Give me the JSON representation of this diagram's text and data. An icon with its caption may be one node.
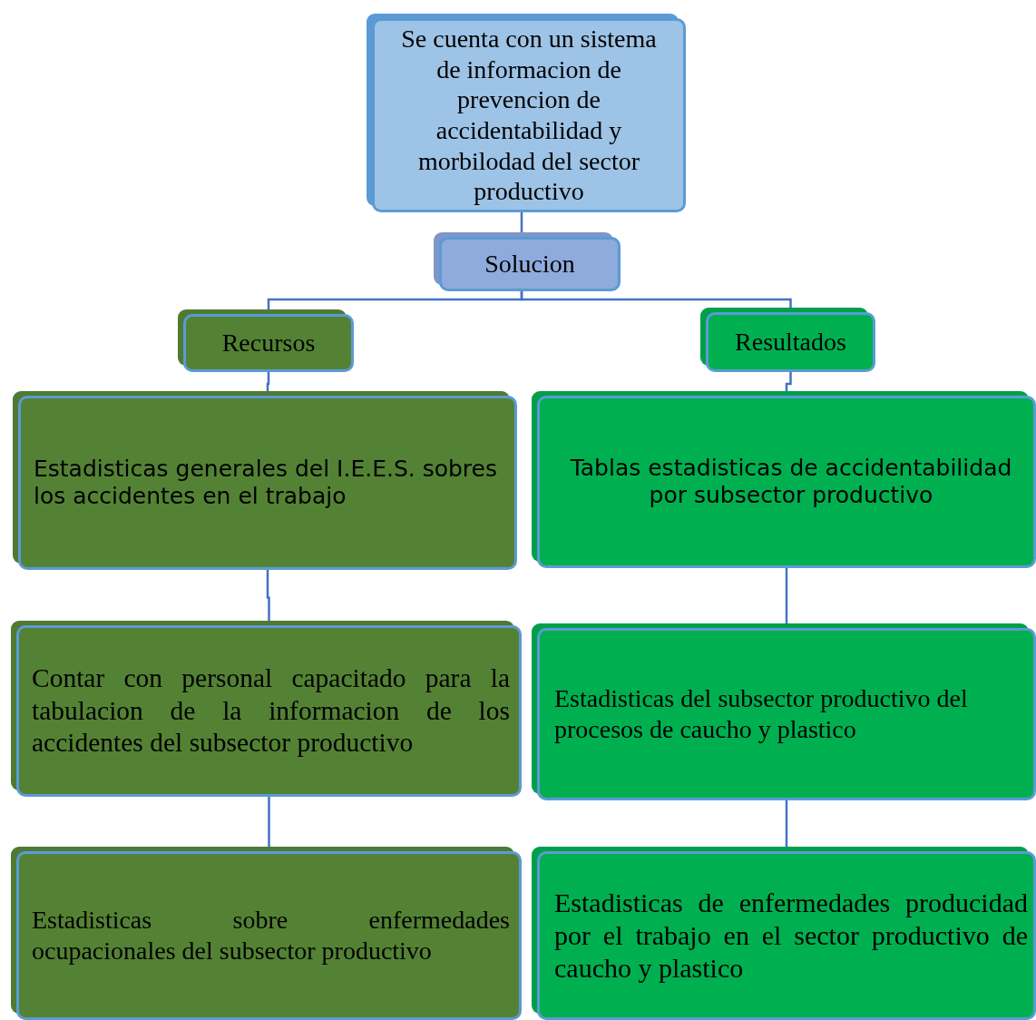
{
  "diagram": {
    "nodes": [
      {
        "text": [
          "Se cuenta con un sistema de informacion de prevencion de accidentabilidad y morbilodad del sector productivo"
        ]
      },
      {
        "text": [
          "Solucion"
        ]
      },
      {
        "text": [
          "Recursos"
        ]
      },
      {
        "text": [
          "Resultados"
        ]
      },
      {
        "text": [
          "Estadisticas generales del I.E.E.S. sobres los accidentes en el trabajo"
        ]
      },
      {
        "text": [
          "Tablas estadisticas de accidentabilidad por subsector productivo"
        ]
      },
      {
        "text": [
          "Contar con personal capacitado para la tabulacion de la informacion de los accidentes del subsector productivo"
        ]
      },
      {
        "text": [
          "Estadisticas del subsector productivo del procesos de caucho y plastico"
        ]
      },
      {
        "text": [
          "Estadisticas sobre enfermedades ocupacionales del subsector productivo"
        ]
      },
      {
        "text": [
          "Estadisticas de enfermedades producidad por el trabajo en el sector productivo de caucho y plastico"
        ]
      }
    ],
    "edges": [
      {
        "from": 0,
        "to": 1,
        "arrow": "none"
      },
      {
        "from": 1,
        "to": 2,
        "arrow": "none"
      },
      {
        "from": 1,
        "to": 3,
        "arrow": "none"
      },
      {
        "from": 2,
        "to": 4,
        "arrow": "none"
      },
      {
        "from": 4,
        "to": 6,
        "arrow": "none"
      },
      {
        "from": 6,
        "to": 8,
        "arrow": "none"
      },
      {
        "from": 3,
        "to": 5,
        "arrow": "none"
      },
      {
        "from": 5,
        "to": 7,
        "arrow": "none"
      },
      {
        "from": 7,
        "to": 9,
        "arrow": "none"
      }
    ]
  }
}
